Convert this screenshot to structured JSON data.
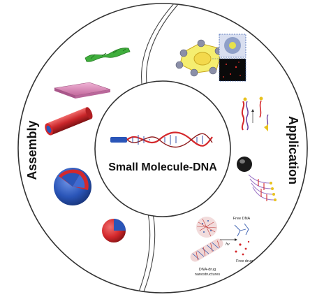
{
  "center": {
    "title": "Small Molecule-DNA"
  },
  "left_label": "Assembly",
  "right_label": "Application",
  "assembly_items": [
    {
      "name": "twisted-ribbon"
    },
    {
      "name": "nanosheet"
    },
    {
      "name": "nanotube"
    },
    {
      "name": "vesicle"
    },
    {
      "name": "core-shell-particle"
    }
  ],
  "application_items": {
    "bottom_right": {
      "free_dna_label": "Free DNA",
      "free_drug_label": "Free drug",
      "nano_label_line1": "DNA-drug",
      "nano_label_line2": "nanostructures",
      "arrow_label": "hν"
    }
  },
  "colors": {
    "ring_stroke": "#333333",
    "red": "#d4282c",
    "blue": "#2a55b8",
    "green": "#3fae3c",
    "pink": "#d786b3"
  }
}
